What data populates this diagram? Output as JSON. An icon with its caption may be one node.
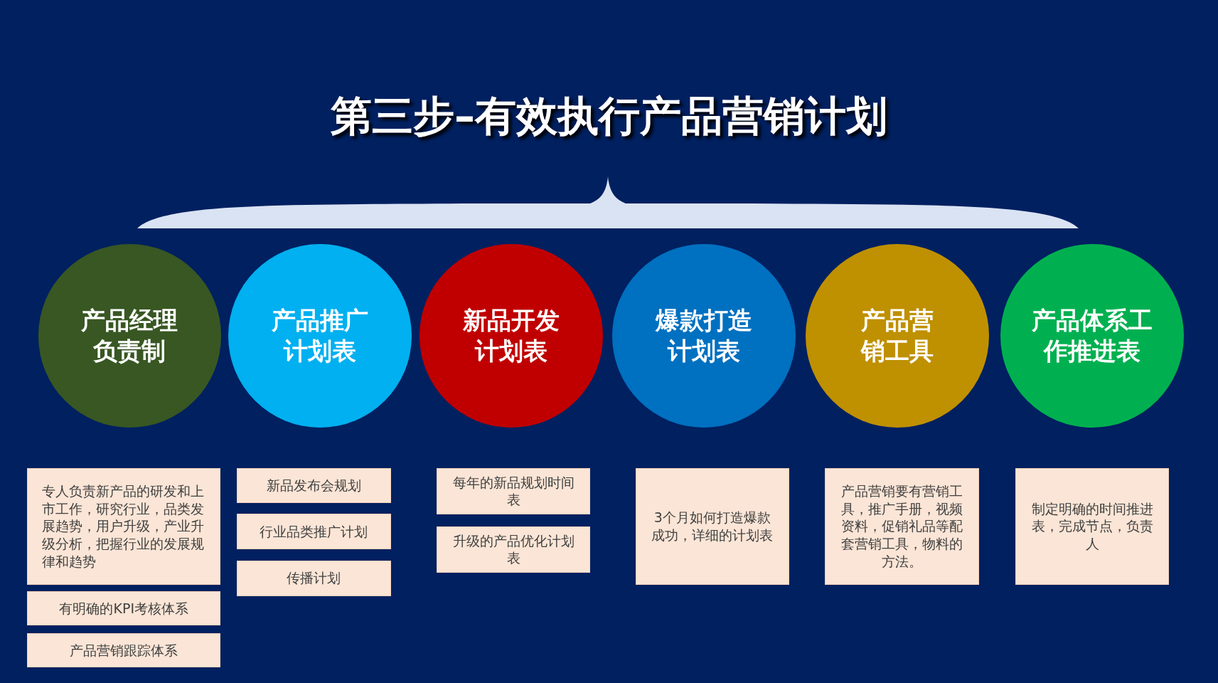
{
  "diagram": {
    "title": "第三步–有效执行产品营销计划",
    "nodes": [
      {
        "text": [
          "产品经理负责制"
        ]
      },
      {
        "text": [
          "产品推广计划表"
        ]
      },
      {
        "text": [
          "新品开发计划表"
        ]
      },
      {
        "text": [
          "爆款打造计划表"
        ]
      },
      {
        "text": [
          "产品营销工具"
        ]
      },
      {
        "text": [
          "产品体系工作推进表"
        ]
      },
      {
        "text": [
          "专人负责新产品的研发和上市工作，研究行业，品类发展趋势，用户升级，产业升级分析，把握行业的发展规律和趋势"
        ]
      },
      {
        "text": [
          "有明确的KPI考核体系"
        ]
      },
      {
        "text": [
          "产品营销跟踪体系"
        ]
      },
      {
        "text": [
          "新品发布会规划"
        ]
      },
      {
        "text": [
          "行业品类推广计划"
        ]
      },
      {
        "text": [
          "传播计划"
        ]
      },
      {
        "text": [
          "每年的新品规划时间表"
        ]
      },
      {
        "text": [
          "升级的产品优化计划表"
        ]
      },
      {
        "text": [
          "3个月如何打造爆款成功，详细的计划表"
        ]
      },
      {
        "text": [
          "产品营销要有营销工具，推广手册，视频资料，促销礼品等配套营销工具，物料的方法。"
        ]
      },
      {
        "text": [
          "制定明确的时间推进表，完成节点，负责人"
        ]
      }
    ]
  }
}
